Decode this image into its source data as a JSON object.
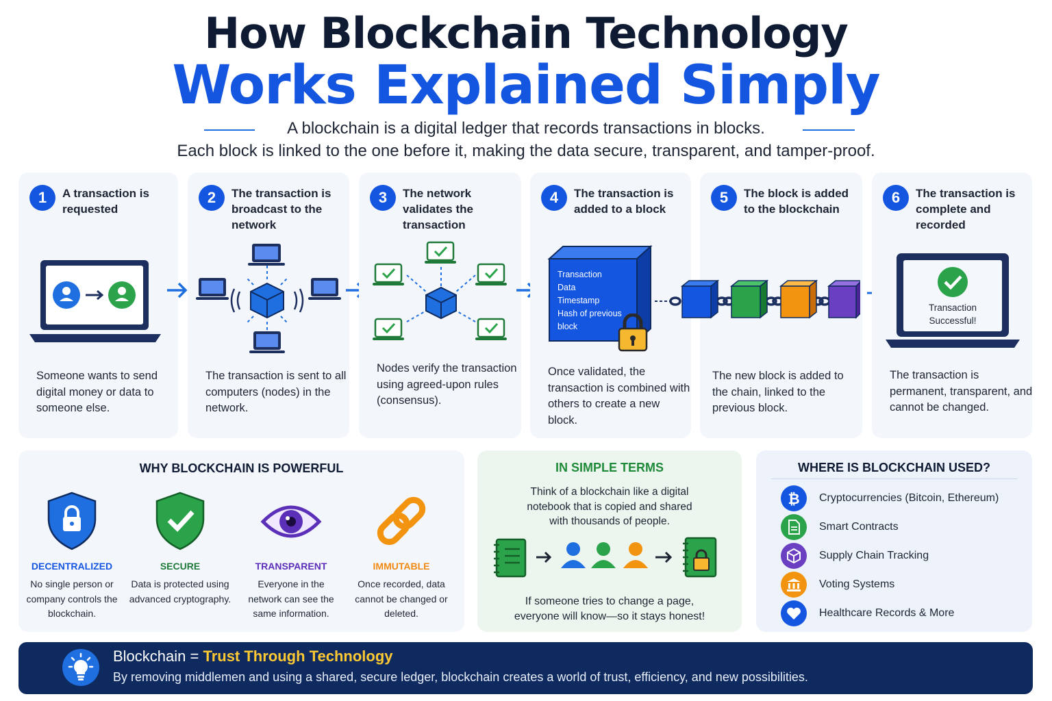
{
  "title": {
    "line1": "How Blockchain Technology",
    "line2": "Works Explained Simply",
    "subtitle1": "A blockchain is a digital ledger that records transactions in blocks.",
    "subtitle2": "Each block is linked to the one before it, making the data secure, transparent, and tamper-proof."
  },
  "steps": [
    {
      "num": "1",
      "title": "A transaction is requested",
      "desc": "Someone wants to send digital money or data to someone else."
    },
    {
      "num": "2",
      "title": "The transaction is broadcast to the network",
      "desc": "The transaction is sent to all computers (nodes) in the network."
    },
    {
      "num": "3",
      "title": "The network validates the transaction",
      "desc": "Nodes verify the transaction using agreed-upon rules (consensus)."
    },
    {
      "num": "4",
      "title": "The transaction is added to a block",
      "desc": "Once validated, the transaction is combined with others to create a new block."
    },
    {
      "num": "5",
      "title": "The block is added to the blockchain",
      "desc": "The new block is added to the chain, linked to the previous block."
    },
    {
      "num": "6",
      "title": "The transaction is complete and recorded",
      "desc": "The transaction is permanent, transparent, and cannot be changed."
    }
  ],
  "block_fields": [
    "Transaction",
    "Data",
    "Timestamp",
    "Hash of previous",
    "block"
  ],
  "success_text": "Transaction Successful!",
  "powerful": {
    "heading": "WHY BLOCKCHAIN IS POWERFUL",
    "items": [
      {
        "label": "DECENTRALIZED",
        "text": "No single person or company controls the blockchain.",
        "color": "#1556e0",
        "icon": "lock-shield-icon"
      },
      {
        "label": "SECURE",
        "text": "Data is protected using advanced cryptography.",
        "color": "#1f8a3a",
        "icon": "check-shield-icon"
      },
      {
        "label": "TRANSPARENT",
        "text": "Everyone in the network can see the same information.",
        "color": "#5b2fb8",
        "icon": "eye-icon"
      },
      {
        "label": "IMMUTABLE",
        "text": "Once recorded, data cannot be changed or deleted.",
        "color": "#f08a12",
        "icon": "chain-link-icon"
      }
    ]
  },
  "simple": {
    "heading": "IN SIMPLE TERMS",
    "text": "Think of a blockchain like a digital notebook that is copied and shared with thousands of people.",
    "footer": "If someone tries to change a page, everyone will know—so it stays honest!"
  },
  "uses": {
    "heading": "WHERE IS BLOCKCHAIN USED?",
    "items": [
      {
        "label": "Cryptocurrencies (Bitcoin, Ethereum)",
        "icon": "bitcoin-icon",
        "color": "#1556e0"
      },
      {
        "label": "Smart Contracts",
        "icon": "document-icon",
        "color": "#2aa34a"
      },
      {
        "label": "Supply Chain Tracking",
        "icon": "box-icon",
        "color": "#6b3fc2"
      },
      {
        "label": "Voting Systems",
        "icon": "bank-icon",
        "color": "#f29410"
      },
      {
        "label": "Healthcare Records & More",
        "icon": "heart-icon",
        "color": "#1556e0"
      }
    ]
  },
  "banner": {
    "lead": "Blockchain = ",
    "accent": "Trust Through Technology",
    "text": "By removing middlemen and using a shared, secure ledger, blockchain creates a world of trust, efficiency, and new possibilities."
  },
  "colors": {
    "primary": "#1556e0",
    "navy": "#0f2a5e",
    "green": "#2aa34a",
    "orange": "#f29410",
    "purple": "#6b3fc2",
    "gold": "#ffc933"
  }
}
